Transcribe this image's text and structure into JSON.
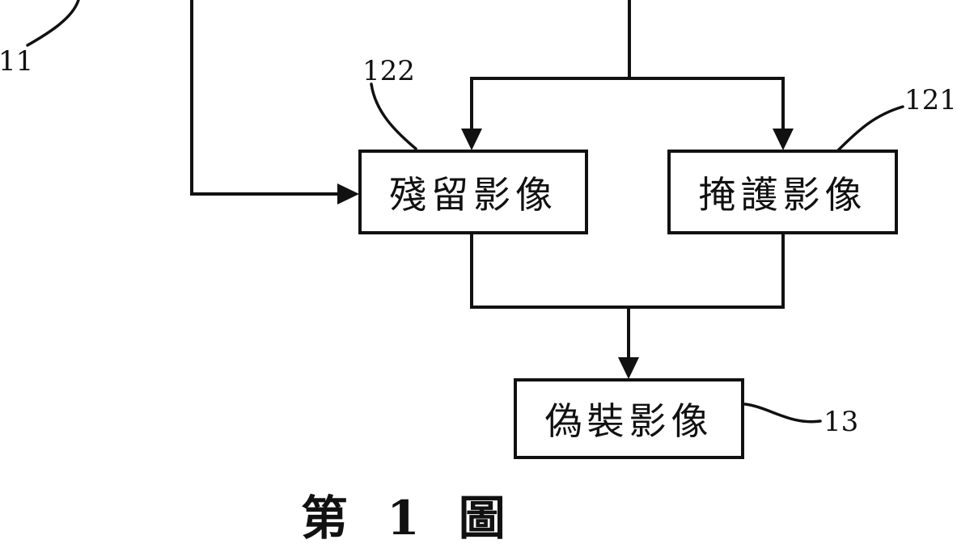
{
  "diagram": {
    "nodes": {
      "residual_image": "殘留影像",
      "cover_image": "掩護影像",
      "camouflage_image": "偽裝影像"
    },
    "references": {
      "ref_11": "11",
      "ref_121": "121",
      "ref_122": "122",
      "ref_13": "13"
    },
    "caption": "第 1 圖",
    "colors": {
      "line": "#111111",
      "background": "#ffffff"
    }
  }
}
